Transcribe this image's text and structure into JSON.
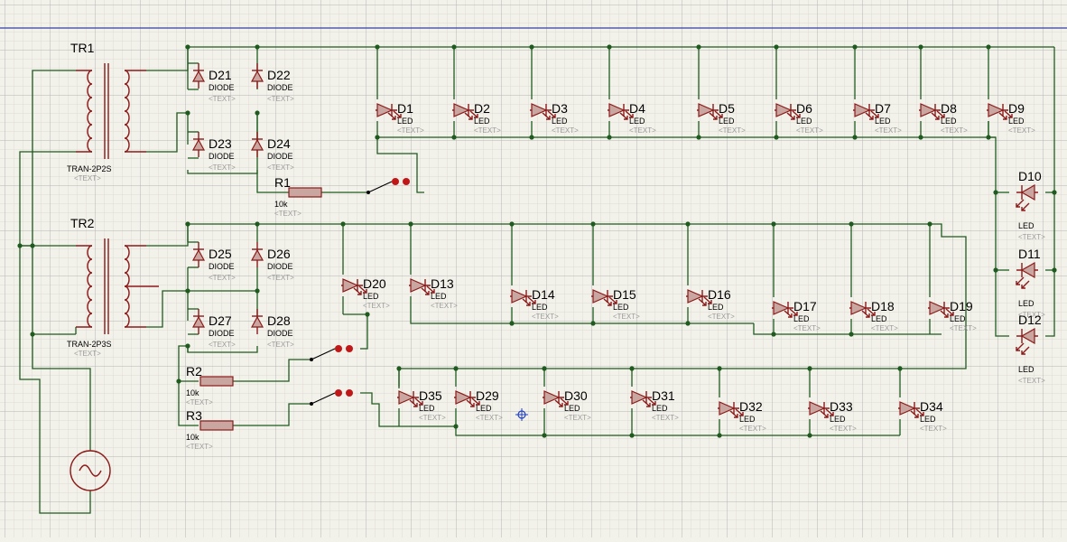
{
  "colors": {
    "background": "#f3f2ea",
    "grid_major": "#b4b4b4",
    "grid_minor": "#dcdbd3",
    "wire": "#1f5a1f",
    "component": "#8b1a1a",
    "frame": "#3040a0"
  },
  "placeholder_text": "<TEXT>",
  "transformers": [
    {
      "ref": "TR1",
      "value": "TRAN-2P2S"
    },
    {
      "ref": "TR2",
      "value": "TRAN-2P3S"
    }
  ],
  "diodes": [
    {
      "ref": "D21",
      "value": "DIODE"
    },
    {
      "ref": "D22",
      "value": "DIODE"
    },
    {
      "ref": "D23",
      "value": "DIODE"
    },
    {
      "ref": "D24",
      "value": "DIODE"
    },
    {
      "ref": "D25",
      "value": "DIODE"
    },
    {
      "ref": "D26",
      "value": "DIODE"
    },
    {
      "ref": "D27",
      "value": "DIODE"
    },
    {
      "ref": "D28",
      "value": "DIODE"
    }
  ],
  "resistors": [
    {
      "ref": "R1",
      "value": "10k"
    },
    {
      "ref": "R2",
      "value": "10k"
    },
    {
      "ref": "R3",
      "value": "10k"
    }
  ],
  "led_value": "LED",
  "leds_row1": [
    "D1",
    "D2",
    "D3",
    "D4",
    "D5",
    "D6",
    "D7",
    "D8",
    "D9"
  ],
  "leds_column": [
    "D10",
    "D11",
    "D12"
  ],
  "leds_row2": [
    "D20",
    "D13",
    "D14",
    "D15",
    "D16",
    "D17",
    "D18",
    "D19"
  ],
  "leds_row3": [
    "D35",
    "D29",
    "D30",
    "D31",
    "D32",
    "D33",
    "D34"
  ],
  "source_icon": "ac-sine-source-icon",
  "switch_icon": "spst-switch-icon"
}
